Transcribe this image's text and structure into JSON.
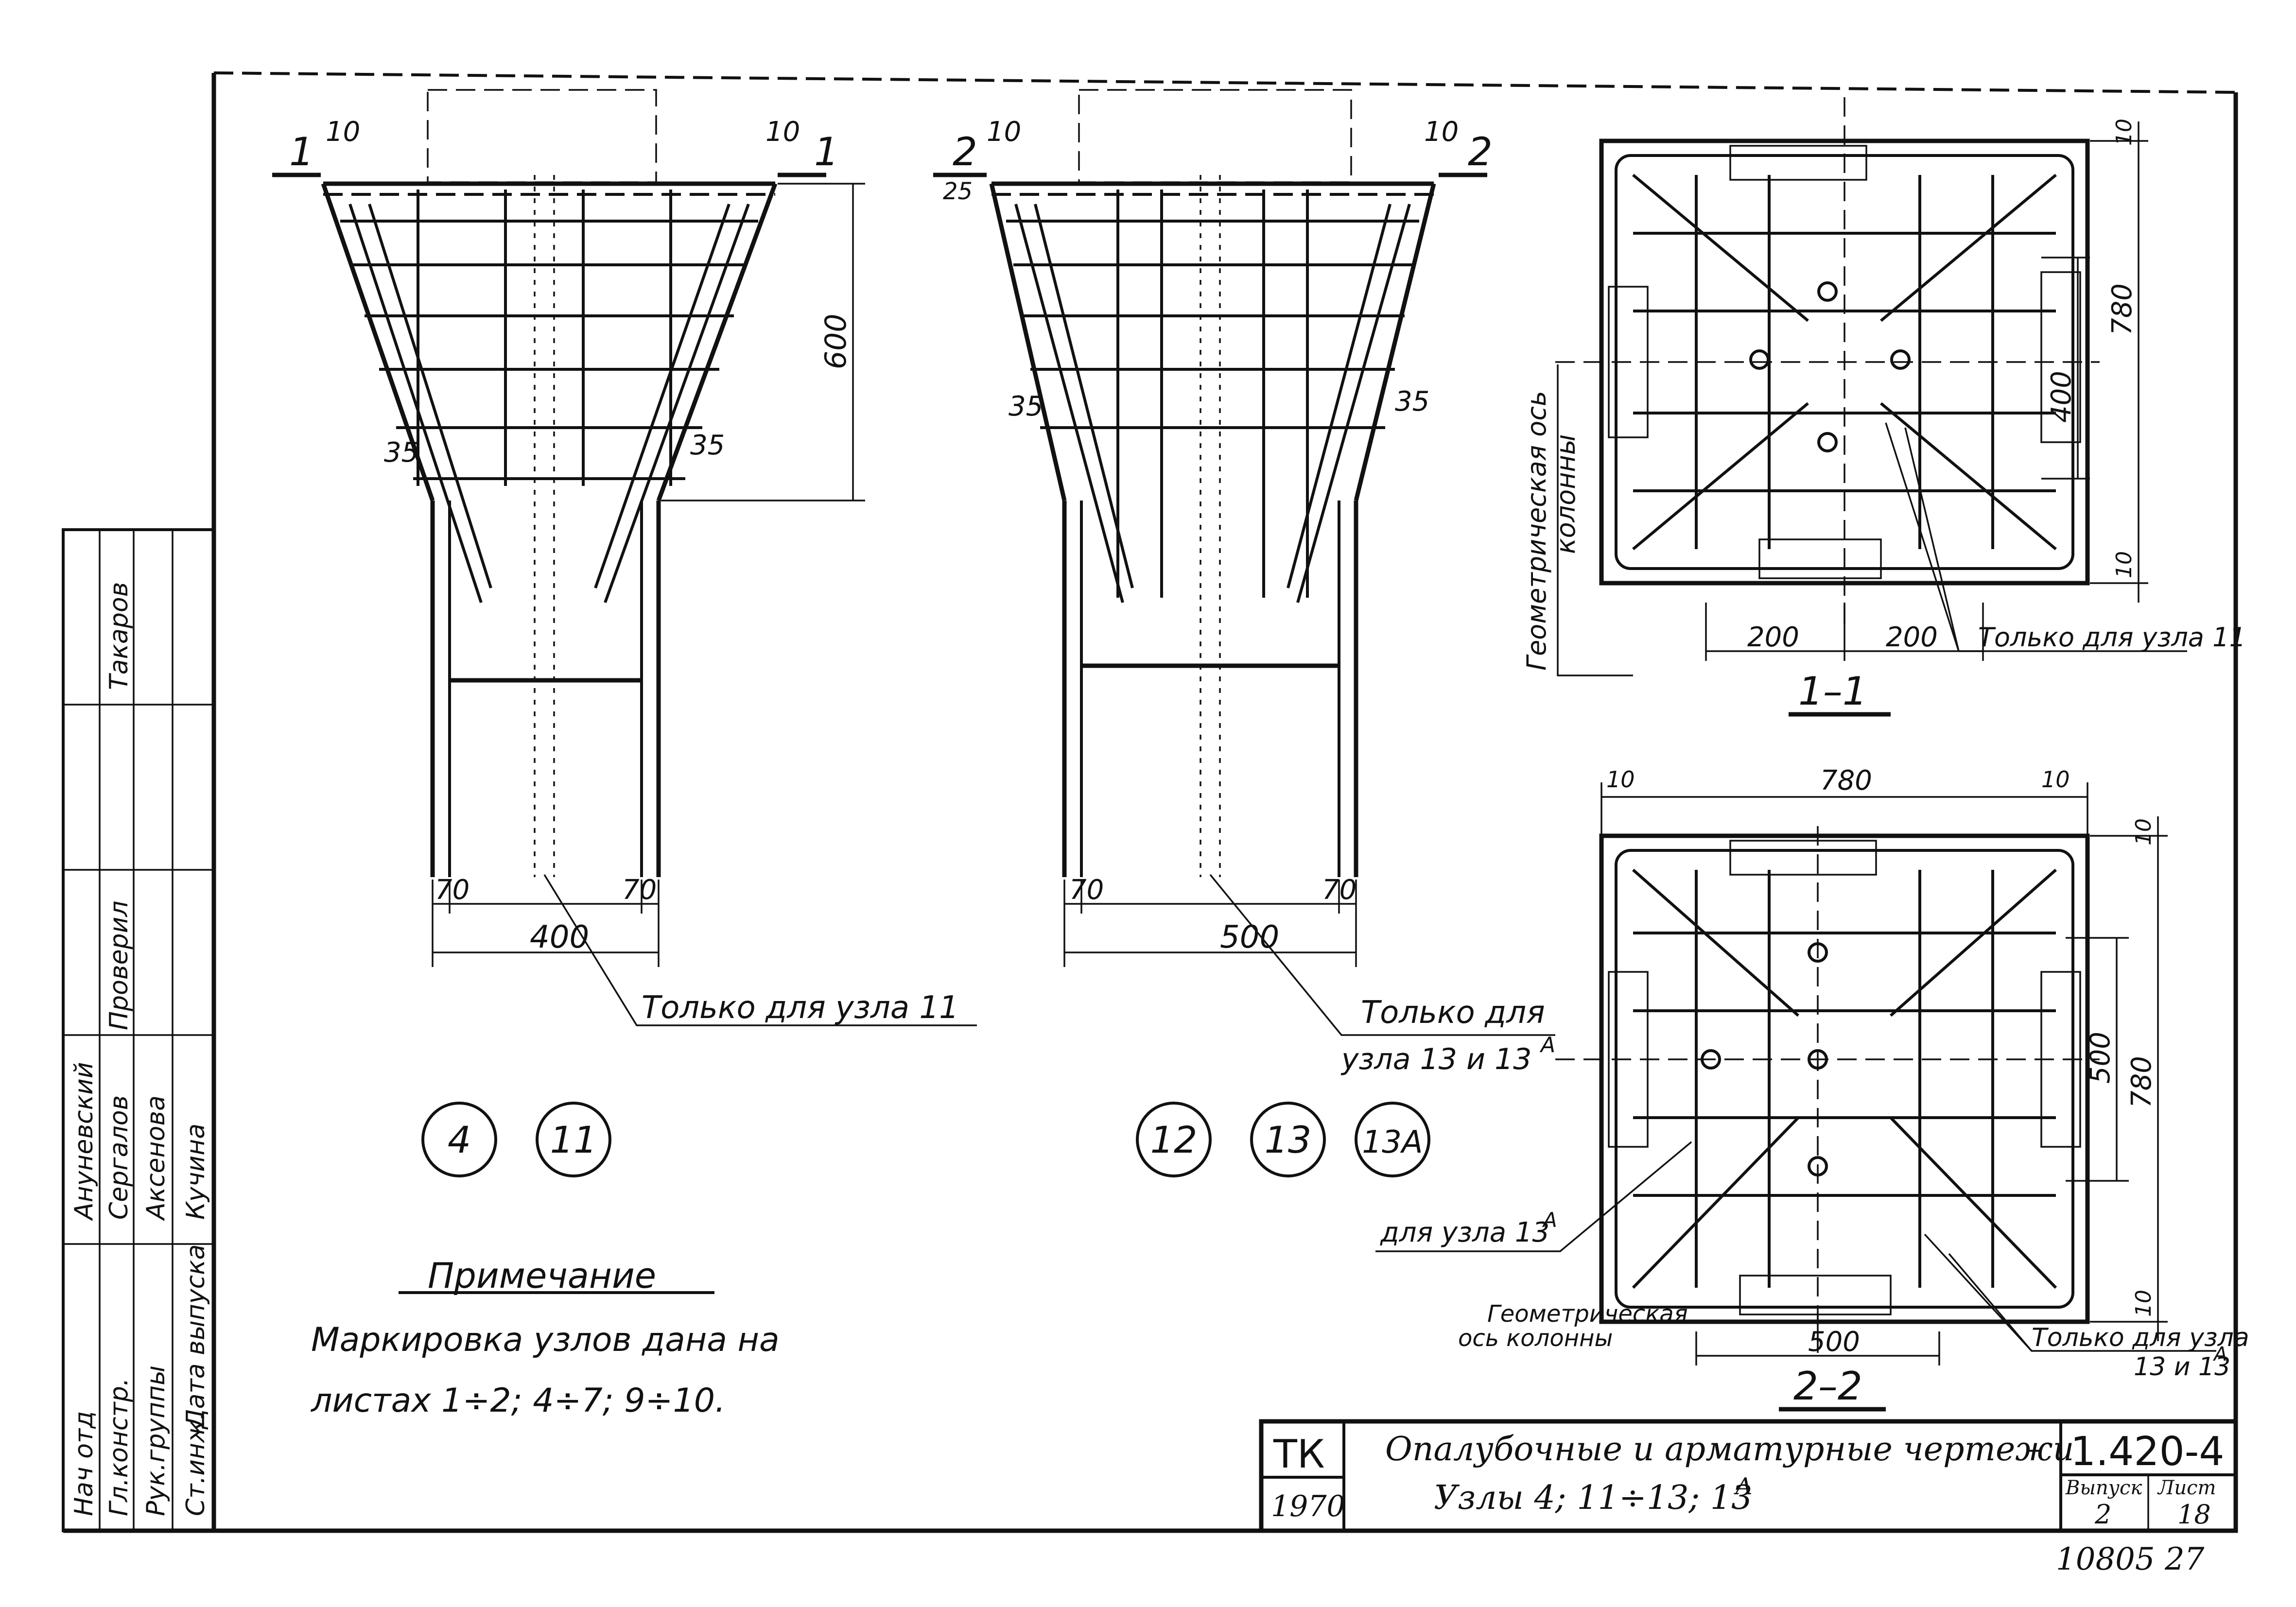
{
  "sections": {
    "cut1_left": "1",
    "cut1_right": "1",
    "cut2_left": "2",
    "cut2_right": "2",
    "label_11": "1–1",
    "label_22": "2–2"
  },
  "dims": {
    "a_10": "10",
    "a_10b": "10",
    "a_600": "600",
    "a_35l": "35",
    "a_35r": "35",
    "a_70l": "70",
    "a_70r": "70",
    "a_400": "400",
    "b_10": "10",
    "b_10b": "10",
    "b_25": "25",
    "b_35l": "35",
    "b_35r": "35",
    "b_70l": "70",
    "b_70r": "70",
    "b_500": "500",
    "c_780": "780",
    "c_400": "400",
    "c_10a": "10",
    "c_10b": "10",
    "c_200a": "200",
    "c_200b": "200",
    "d_10a": "10",
    "d_780": "780",
    "d_10b": "10",
    "d_10c": "10",
    "d_500v": "500",
    "d_780v": "780",
    "d_10d": "10",
    "d_500h": "500"
  },
  "notes": {
    "only_node11_a": "Только для узла 11",
    "only_node11_b": "Только для узла 11",
    "only_13_line1": "Только для",
    "only_13_line2": "узла 13 и 13",
    "only_13_sup": "А",
    "geom_axis_c_1": "Геометрическая ось",
    "geom_axis_c_2": "колонны",
    "geom_axis_d_1": "Геометрическая",
    "geom_axis_d_2": "ось колонны",
    "for_13a": "для узла 13",
    "for_13a_sup": "А",
    "only_1313a_1": "Только для узла",
    "only_1313a_2": "13 и 13",
    "only_1313a_sup": "А"
  },
  "nodes": [
    "4",
    "11",
    "12",
    "13",
    "13А"
  ],
  "remark": {
    "title": "Примечание",
    "line1": "Маркировка  узлов  дана  на",
    "line2": "листах 1÷2; 4÷7; 9÷10."
  },
  "title_block": {
    "org": "ТК",
    "year": "1970",
    "title1": "Опалубочные и арматурные чертежи",
    "title2": "Узлы 4; 11÷13; 13",
    "title2_sup": "А",
    "code": "1.420-4",
    "issue_label": "Выпуск",
    "sheet_label": "Лист",
    "issue": "2",
    "sheet": "18",
    "archive": "10805  27"
  },
  "side_stamp": {
    "roles": [
      "Нач отд",
      "Гл.констр.",
      "Рук.группы",
      "Ст.инж."
    ],
    "names": [
      "Ануневский",
      "Сергалов",
      "Аксенова",
      "Кучина"
    ],
    "checker_role": "Проверил",
    "checker_name": "Такаров",
    "date_label": "Дата выпуска"
  }
}
